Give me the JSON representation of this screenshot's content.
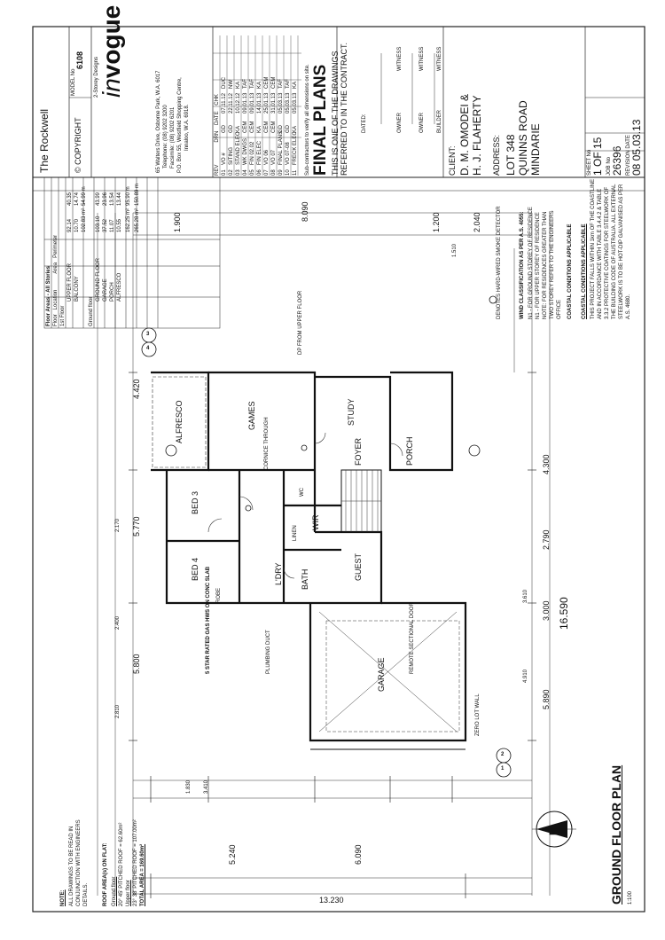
{
  "title_block": {
    "project_name": "The Rockwell",
    "model_label": "MODEL No",
    "model_no": "6108",
    "copyright": "© COPYRIGHT",
    "brand_tagline": "2-Storey Designs",
    "brand_name": "vogue",
    "brand_prefix": "in",
    "address_lines": [
      "65 Walters Drive, Osborne Park, W.A. 6017",
      "Telephone: (08) 9202 3200",
      "Facsimile: (08) 9202 6201",
      "P.O. Box 55, Westfield Shopping Centre,",
      "Innaloo, W.A. 6918."
    ],
    "revision_headers": [
      "REV",
      "",
      "DRN",
      "DATE",
      "CHK"
    ],
    "revisions": [
      [
        "01",
        "VO #",
        "GD",
        "07.11.12",
        "DUC"
      ],
      [
        "02",
        "SITING",
        "GD",
        "22.11.12",
        "NW"
      ],
      [
        "03",
        "STAND ELEC",
        "KA",
        "10.12.12",
        "KA"
      ],
      [
        "04",
        "WK DWGS",
        "CEM",
        "09.01.13",
        "TAF"
      ],
      [
        "05",
        "FIN 02.02",
        "CEM",
        "09.01.13",
        "TAF"
      ],
      [
        "06",
        "FIN ELEC",
        "KA",
        "14.01.13",
        "KA"
      ],
      [
        "07",
        "VO 06",
        "CEM",
        "25.01.13",
        "CEM"
      ],
      [
        "08",
        "VO 07",
        "CEM",
        "31.01.13",
        "CEM"
      ],
      [
        "09",
        "FINAL PLANS",
        "GD",
        "05.03.13",
        "TAF"
      ],
      [
        "10",
        "VO 07-08",
        "GD",
        "05.03.13",
        "TAF"
      ],
      [
        "11",
        "FRECK ELEC",
        "KA",
        "05.03.13",
        "KA"
      ]
    ],
    "subcontractors_note": "Sub-contractors to verify all dimensions on site.",
    "final_plans": "FINAL PLANS",
    "final_plans_sub1": "THIS IS ONE OF THE DRAWINGS",
    "final_plans_sub2": "REFERRED TO IN THE CONTRACT.",
    "dated_label": "DATED:",
    "owner_label": "OWNER",
    "witness_label": "WITNESS",
    "builder_label": "BUILDER",
    "client_label": "CLIENT:",
    "client_lines": [
      "D. M. OMODEI &",
      "H. J. FLAHERTY"
    ],
    "address_label": "ADDRESS:",
    "site_address": [
      "LOT 348",
      "QUINNS ROAD",
      "MINDARIE"
    ],
    "sheet_label": "SHEET No",
    "sheet_value": "1 OF 15",
    "job_label": "JOB No",
    "job_value": "26396",
    "revision_label": "REVISION DATE",
    "revision_value": "08  05.03.13"
  },
  "floor_areas": {
    "title": "Floor Areas - All Stories",
    "headers": [
      "Floor",
      "Location",
      "Area",
      "Perimeter"
    ],
    "first_floor_label": "1st Floor",
    "first_floor": [
      [
        "UPPER FLOOR",
        "92.14",
        "40.35"
      ],
      [
        "BALCONY",
        "10.70",
        "14.74"
      ]
    ],
    "first_total": [
      "102.83 m²",
      "54.99 m"
    ],
    "ground_floor_label": "Ground floor",
    "ground_floor": [
      [
        "GROUND FLOOR",
        "103.10",
        "43.99"
      ],
      [
        "GARAGE",
        "37.52",
        "23.96"
      ],
      [
        "PORCH",
        "11.07",
        "13.54"
      ],
      [
        "ALFRESCO",
        "10.55",
        "13.44"
      ]
    ],
    "ground_total": [
      "162.25 m²",
      "95.90 m"
    ],
    "grand_total": [
      "265.28 m²",
      "150.89 m"
    ]
  },
  "notes": {
    "wind_title": "WIND CLASSIFICATION AS PER A.S. 4055:",
    "wind_lines": [
      "N1 - FOR GROUND STOREY OF RESIDENCE",
      "N1 - FOR UPPER STOREY OF RESIDENCE",
      "NOTE: FOR RESIDENCES GREATER THAN",
      "TWO STOREY REFER TO THE ENGINEERS",
      "OFFICE"
    ],
    "coastal_heading": "COASTAL CONDITIONS APPLICABLE",
    "coastal_title": "COASTAL CONDITIONS APPLICABLE",
    "coastal_lines": [
      "THIS PROJECT FALLS WITHIN 1km OF THE COASTLINE",
      "AND IN ACCORDANCE WITH TABLE 3.4.4.2 & TABLE",
      "3.3.2 PROTECTIVE COATINGS FOR STEELWORK OF",
      "THE BUILDING CODE OF AUSTRALIA. ALL EXTERNAL",
      "STEELWORK IS TO BE HOT-DIP GALVANISED AS PER",
      "A.S. 4680."
    ],
    "smoke_label": "DENOTES HARD-WIRED SMOKE DETECTOR",
    "general_title": "NOTE:",
    "general_lines": [
      "ALL DRAWINGS TO BE READ IN",
      "CONJUNCTION WITH ENGINEERS",
      "DETAILS."
    ],
    "roof_title": "ROOF AREA(s) ON FLAT:",
    "roof_lines": [
      "Ground floor",
      "20° 45' PITCHED ROOF = 62.60m²",
      "Upper floor",
      "23° 38' PITCHED ROOF = 107.00m²",
      "TOTAL AREA = 169.60m²"
    ]
  },
  "drawing": {
    "title": "GROUND FLOOR PLAN",
    "scale": "1:100",
    "north": "N",
    "rooms": {
      "games": "GAMES",
      "alfresco": "ALFRESCO",
      "bed3": "BED 3",
      "bed4": "BED 4",
      "study": "STUDY",
      "foyer": "FOYER",
      "porch": "PORCH",
      "guest": "GUEST",
      "garage": "GARAGE",
      "bath": "BATH",
      "wir": "WIR",
      "ldry": "L'DRY",
      "wc": "WC",
      "robe": "ROBE",
      "linen": "LINEN"
    },
    "annotations": {
      "gas_hws": "5 STAR RATED GAS HWS ON CONC SLAB",
      "zero_lot": "ZERO LOT WALL",
      "dp_upper": "DP FROM UPPER FLOOR",
      "plumbing": "PLUMBING DUCT",
      "cornice": "CORNICE THROUGH",
      "remote": "REMOTE SECTIONAL DOOR"
    },
    "dims_overall": [
      "16.590",
      "13.230",
      "8.090",
      "6.090",
      "4.420",
      "5.770",
      "5.800",
      "5.890",
      "3.000",
      "2.790",
      "4.300"
    ],
    "dims_segments": [
      "1.900",
      "1.200",
      "2.040",
      "3.410",
      "1.830",
      "1.510",
      "5.240",
      "2.400",
      "2.810",
      "4.910",
      "3.610",
      "2.170"
    ],
    "section_markers": [
      "3",
      "4",
      "2",
      "1"
    ]
  }
}
